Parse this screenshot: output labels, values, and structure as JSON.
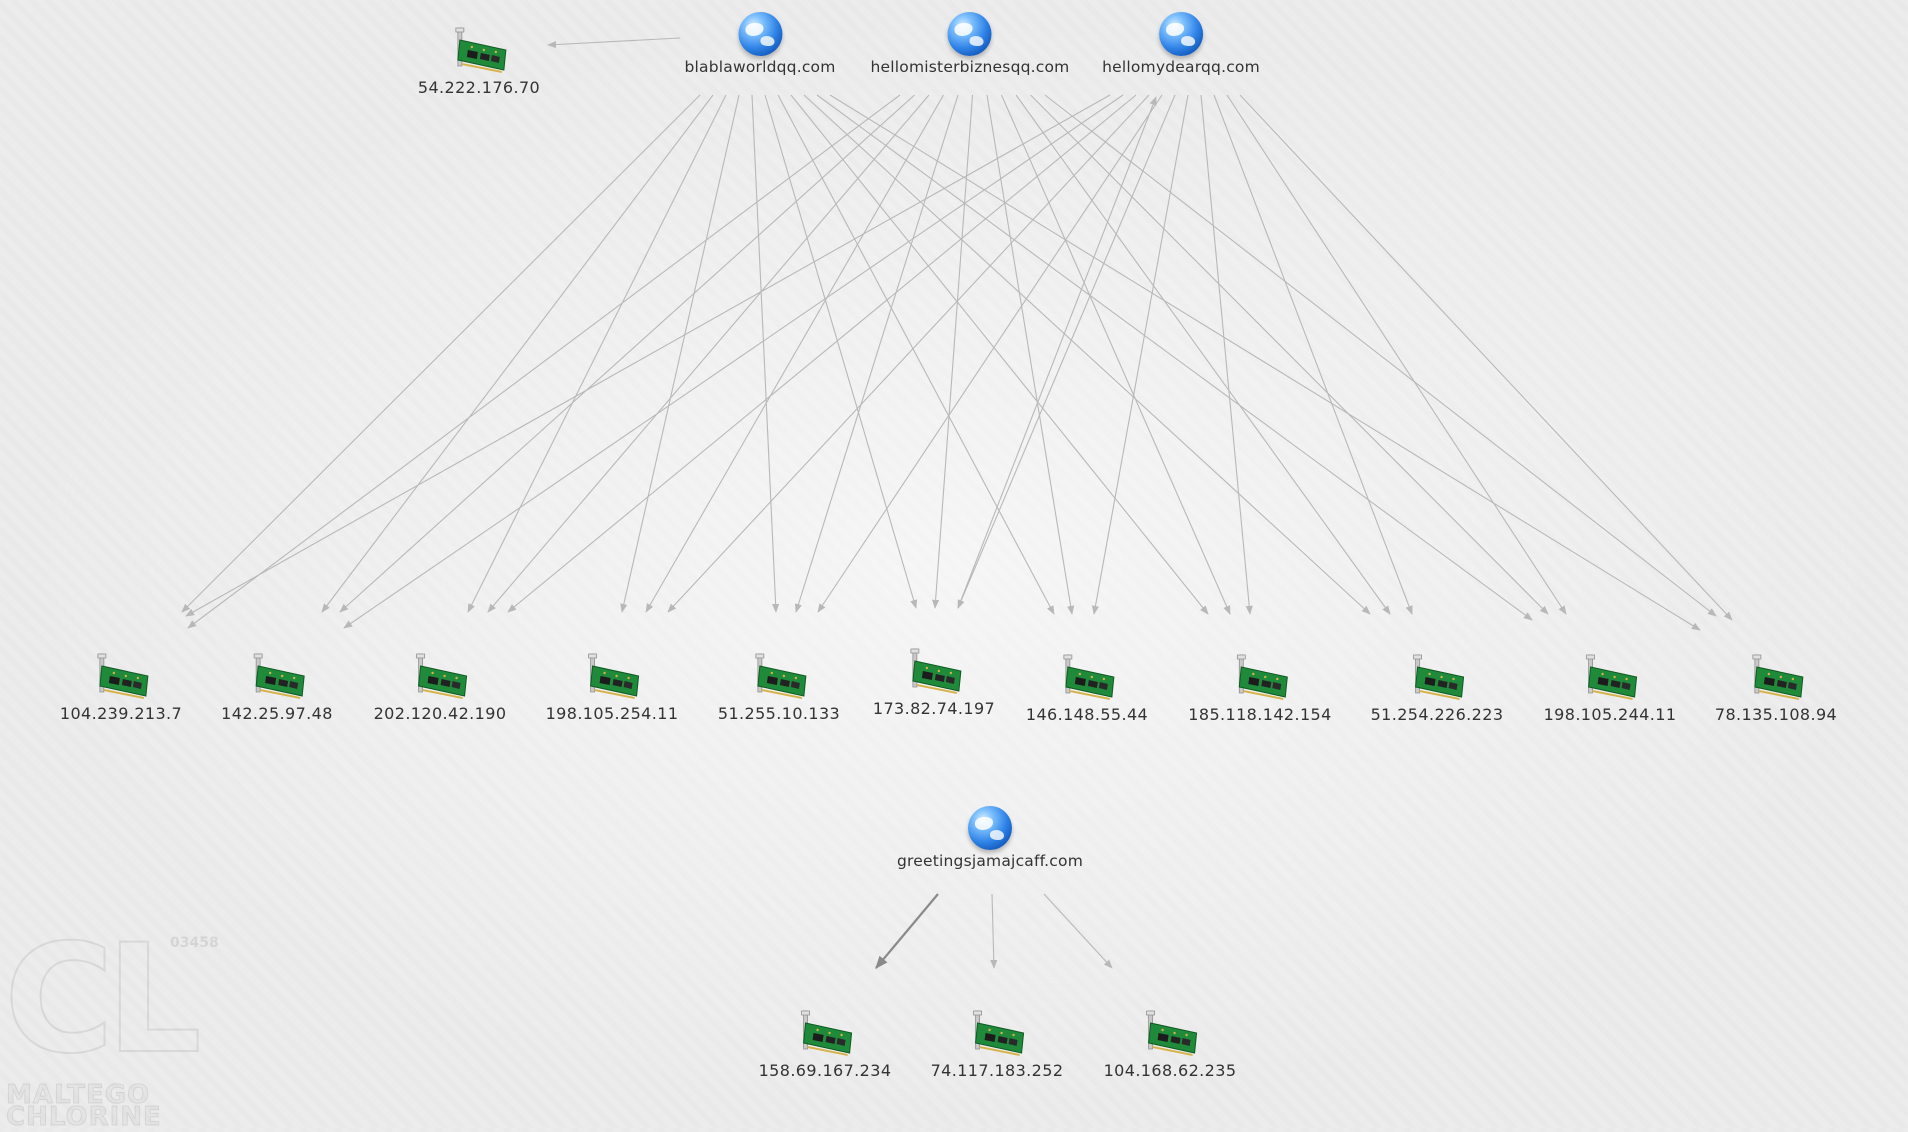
{
  "domains": [
    {
      "id": "d1",
      "label": "blablaworldqq.com"
    },
    {
      "id": "d2",
      "label": "hellomisterbiznesqq.com"
    },
    {
      "id": "d3",
      "label": "hellomydearqq.com"
    },
    {
      "id": "d4",
      "label": "greetingsjamajcaff.com"
    }
  ],
  "ips": [
    {
      "id": "top",
      "label": "54.222.176.70"
    },
    {
      "id": "i1",
      "label": "104.239.213.7"
    },
    {
      "id": "i2",
      "label": "142.25.97.48"
    },
    {
      "id": "i3",
      "label": "202.120.42.190"
    },
    {
      "id": "i4",
      "label": "198.105.254.11"
    },
    {
      "id": "i5",
      "label": "51.255.10.133"
    },
    {
      "id": "i6",
      "label": "173.82.74.197"
    },
    {
      "id": "i7",
      "label": "146.148.55.44"
    },
    {
      "id": "i8",
      "label": "185.118.142.154"
    },
    {
      "id": "i9",
      "label": "51.254.226.223"
    },
    {
      "id": "i10",
      "label": "198.105.244.11"
    },
    {
      "id": "i11",
      "label": "78.135.108.94"
    },
    {
      "id": "b1",
      "label": "158.69.167.234"
    },
    {
      "id": "b2",
      "label": "74.117.183.252"
    },
    {
      "id": "b3",
      "label": "104.168.62.235"
    }
  ],
  "watermark": {
    "big": "CL",
    "line1": "MALTEGO",
    "line2": "CHLORINE",
    "num": "03458"
  },
  "colors": {
    "edge": "#b8b8b8",
    "edge_heavy": "#8a8a8a",
    "label": "#333333",
    "pcb": "#1f8a3a"
  }
}
